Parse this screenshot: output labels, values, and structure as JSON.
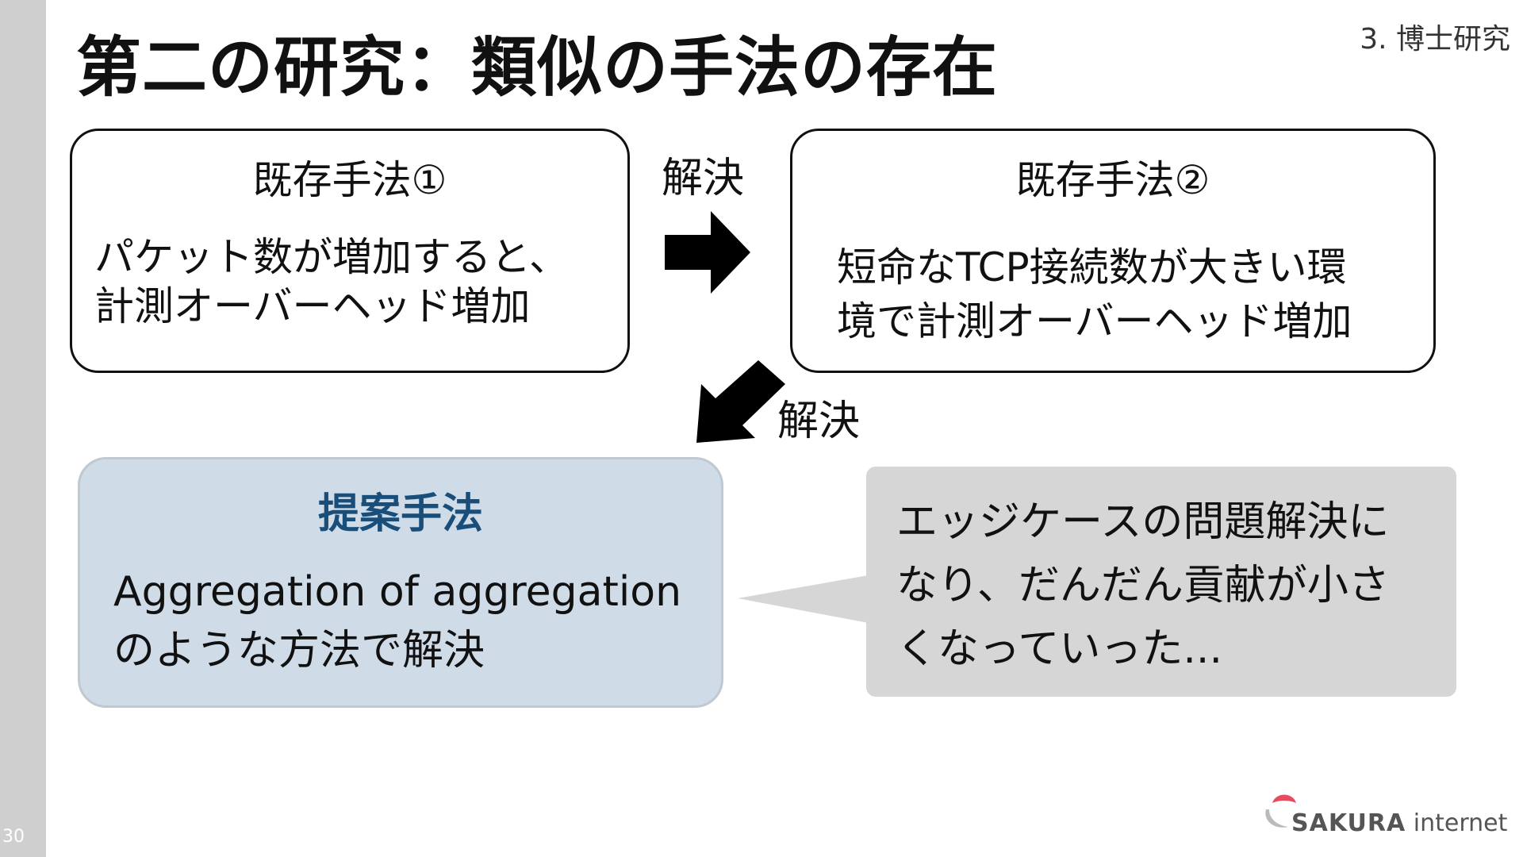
{
  "slide": {
    "page_number": "30",
    "title": "第二の研究：類似の手法の存在",
    "section_label": "3. 博士研究"
  },
  "existing_method_1": {
    "heading": "既存手法①",
    "body_line_1": "パケット数が増加すると、",
    "body_line_2": "計測オーバーヘッド増加"
  },
  "existing_method_2": {
    "heading": "既存手法②",
    "body_line_1": "短命なTCP接続数が大きい環",
    "body_line_2": "境で計測オーバーヘッド増加"
  },
  "arrows": {
    "right_label": "解決",
    "down_left_label": "解決"
  },
  "proposal": {
    "heading": "提案手法",
    "body_line_1": "Aggregation of aggregation",
    "body_line_2": "のような方法で解決"
  },
  "callout": {
    "line_1": "エッジケースの問題解決に",
    "line_2": "なり、だんだん貢献が小さ",
    "line_3": "くなっていった..."
  },
  "logo": {
    "brand": "SAKURA",
    "suffix": " internet",
    "petal_color": "#e84a5f"
  },
  "colors": {
    "sidebar": "#cfcfcf",
    "proposal_fill": "#cfdce8",
    "proposal_heading": "#1a4e7a",
    "callout_fill": "#d6d6d6"
  }
}
